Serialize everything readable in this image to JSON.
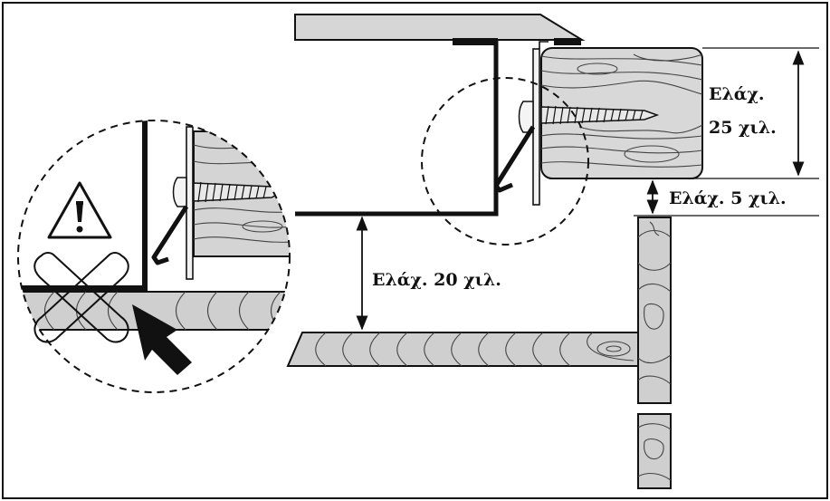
{
  "labels": {
    "min_25": [
      "Ελάχ.",
      "25 χιλ."
    ],
    "min_5": "Ελάχ. 5 χιλ.",
    "min_20": "Ελάχ. 20 χιλ."
  },
  "icons": {
    "warning": "warning-triangle-icon",
    "forbidden": "cross-mark-icon",
    "pointer": "arrow-pointer-icon"
  },
  "colors": {
    "outline": "#111111",
    "worktop": "#d6d6d6",
    "wood": "#cfcfcf",
    "grain": "#555555"
  }
}
